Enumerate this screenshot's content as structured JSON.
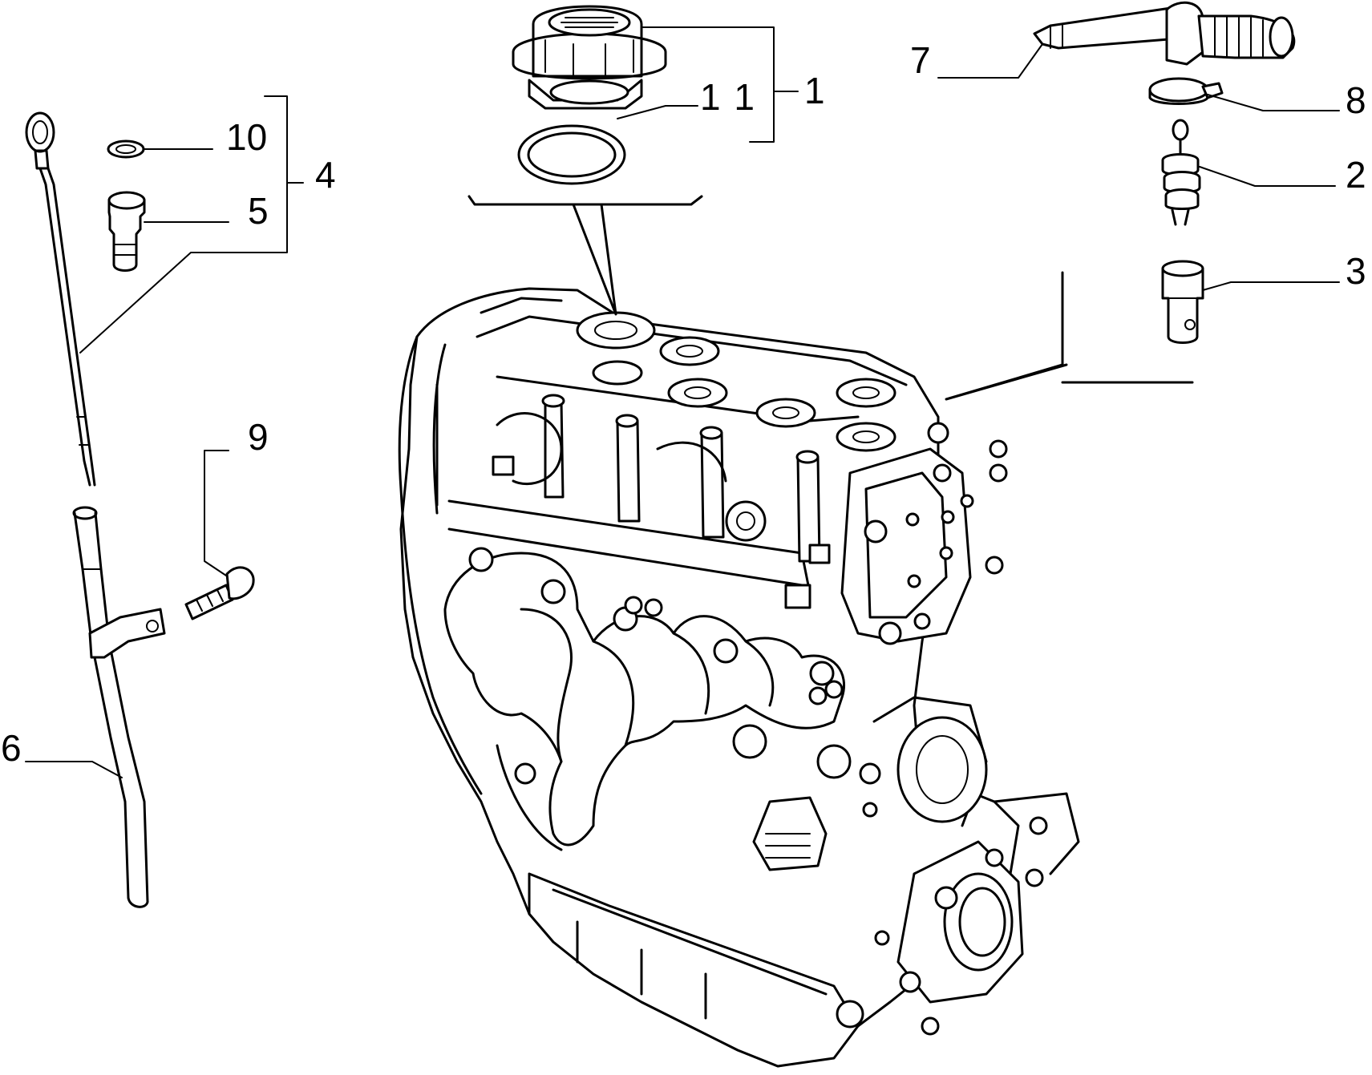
{
  "callouts": {
    "c1": "1",
    "c2": "2",
    "c3": "3",
    "c4": "4",
    "c5": "5",
    "c6": "6",
    "c7": "7",
    "c8": "8",
    "c9": "9",
    "c10": "10",
    "c11": "1 1"
  },
  "colors": {
    "ink": "#000000",
    "paper": "#ffffff"
  },
  "icons": {
    "engine": "engine-block-icon",
    "cap": "oil-filler-cap-icon",
    "seal": "o-ring-seal-icon",
    "dipstick": "oil-dipstick-icon",
    "tube": "dipstick-guide-tube-icon",
    "bolt": "bolt-icon",
    "washer": "washer-icon",
    "plug": "rubber-plug-icon",
    "breather": "breather-pipe-icon",
    "clamp": "hose-clamp-icon",
    "separator": "oil-separator-icon",
    "sleeve": "sleeve-icon"
  }
}
